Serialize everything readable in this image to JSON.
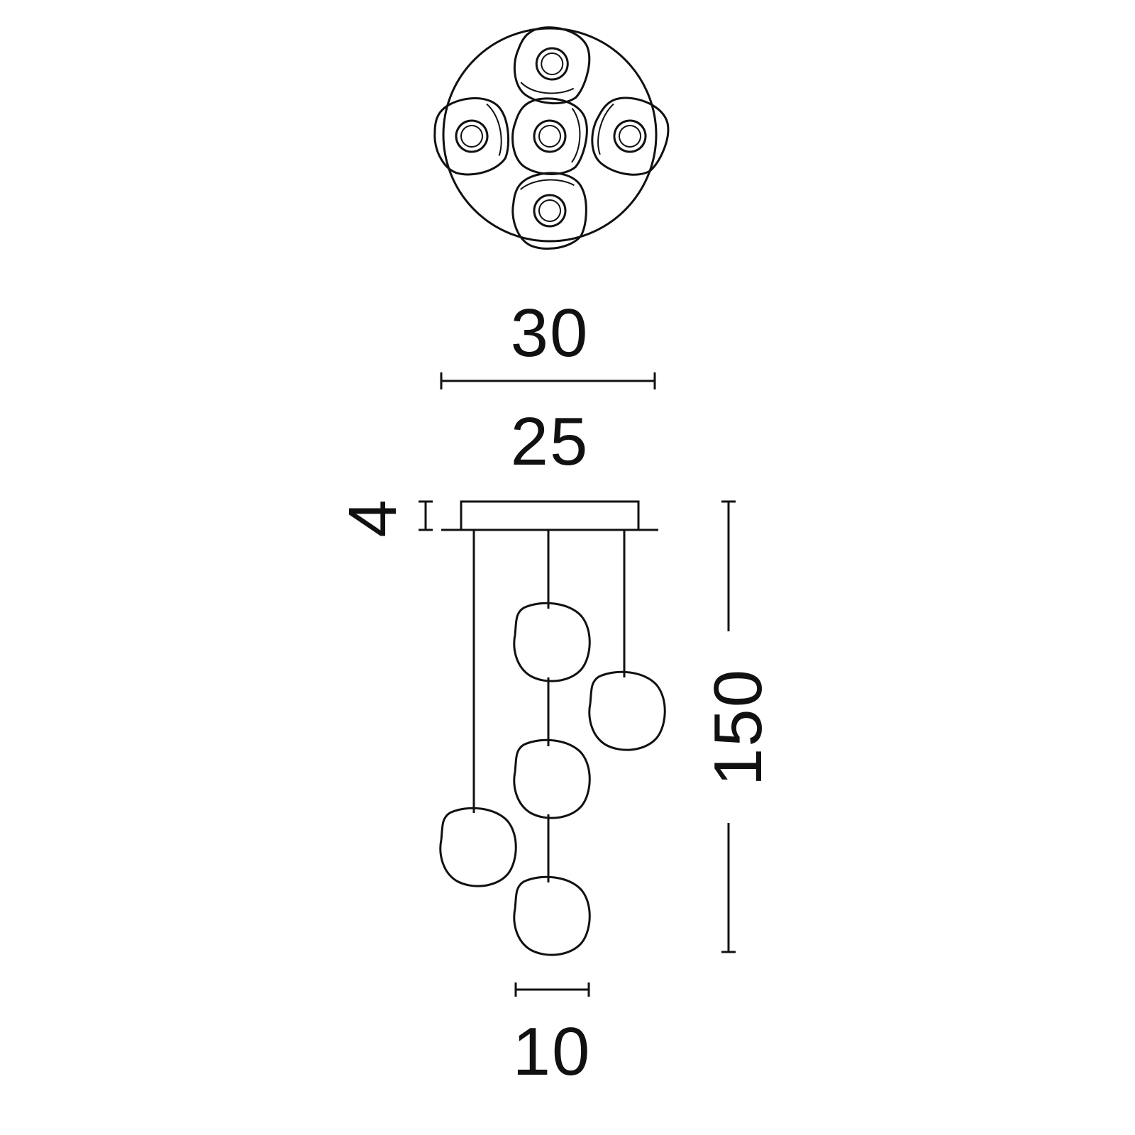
{
  "dimensions": {
    "width_outer": "30",
    "width_canopy": "25",
    "canopy_height": "4",
    "total_height": "150",
    "shade_diameter": "10"
  },
  "colors": {
    "line": "#111111",
    "background": "#ffffff"
  }
}
